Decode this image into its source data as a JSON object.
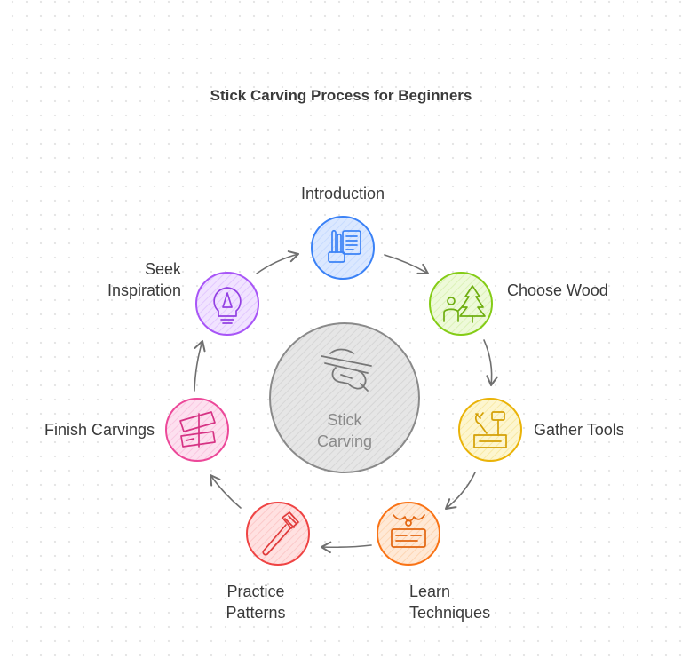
{
  "title": "Stick Carving Process for Beginners",
  "center": {
    "line1": "Stick",
    "line2": "Carving"
  },
  "steps": [
    {
      "id": "introduction",
      "label": "Introduction",
      "color": "#3b82f6",
      "fill": "#dbe8ff",
      "icon": "easel-icon"
    },
    {
      "id": "choose-wood",
      "label": "Choose Wood",
      "color": "#84cc16",
      "fill": "#eefad9",
      "icon": "tree-person-icon"
    },
    {
      "id": "gather-tools",
      "label": "Gather Tools",
      "color": "#eab308",
      "fill": "#fdf6cf",
      "icon": "tools-icon"
    },
    {
      "id": "learn-techniques",
      "label_line1": "Learn",
      "label_line2": "Techniques",
      "color": "#f97316",
      "fill": "#ffe9d6",
      "icon": "wood-log-icon"
    },
    {
      "id": "practice-patterns",
      "label_line1": "Practice",
      "label_line2": "Patterns",
      "color": "#ef4444",
      "fill": "#ffe1e1",
      "icon": "pattern-stick-icon"
    },
    {
      "id": "finish-carvings",
      "label": "Finish Carvings",
      "color": "#ec4899",
      "fill": "#fde0ef",
      "icon": "bandage-icon"
    },
    {
      "id": "seek-inspiration",
      "label_line1": "Seek",
      "label_line2": "Inspiration",
      "color": "#a855f7",
      "fill": "#f1e3ff",
      "icon": "lightbulb-icon"
    }
  ]
}
